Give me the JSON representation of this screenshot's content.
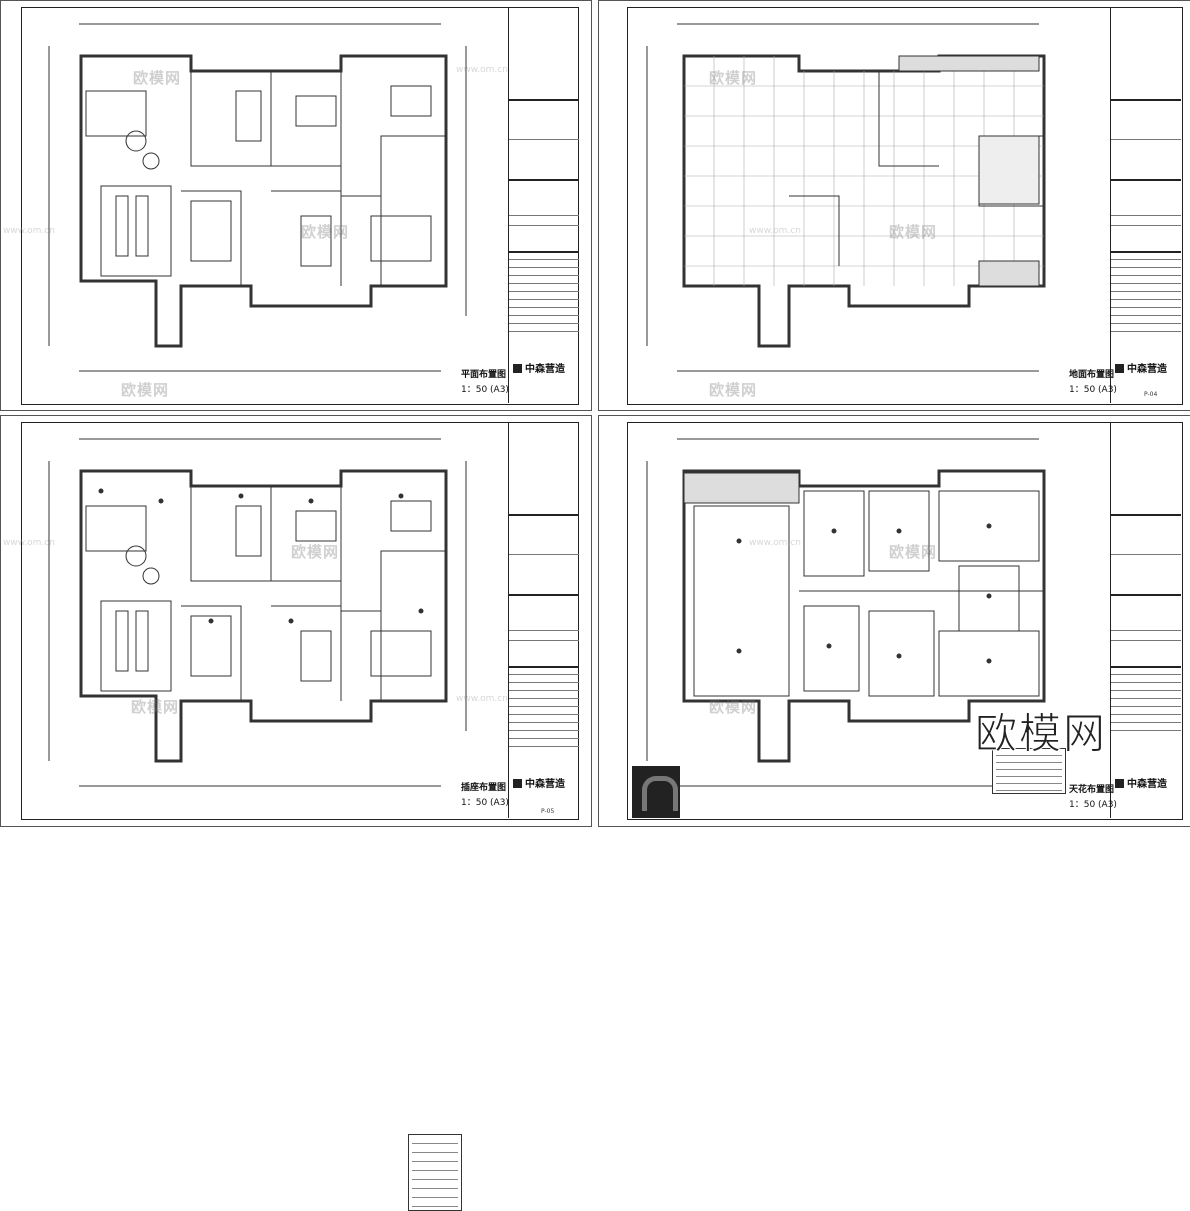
{
  "brand": "中森营造",
  "watermarks": {
    "site": "欧模网",
    "url": "www.om.cn",
    "big": "欧模网"
  },
  "sheets": [
    {
      "id": "plan-layout",
      "title": "平面布置图",
      "scale": "1：50 (A3)",
      "page": ""
    },
    {
      "id": "floor-layout",
      "title": "地面布置图",
      "scale": "1：50 (A3)",
      "page": "P-04"
    },
    {
      "id": "furniture-layout",
      "title": "插座布置图",
      "scale": "1：50 (A3)",
      "page": "P-05"
    },
    {
      "id": "ceiling-layout",
      "title": "天花布置图",
      "scale": "1：50 (A3)",
      "page": ""
    }
  ]
}
